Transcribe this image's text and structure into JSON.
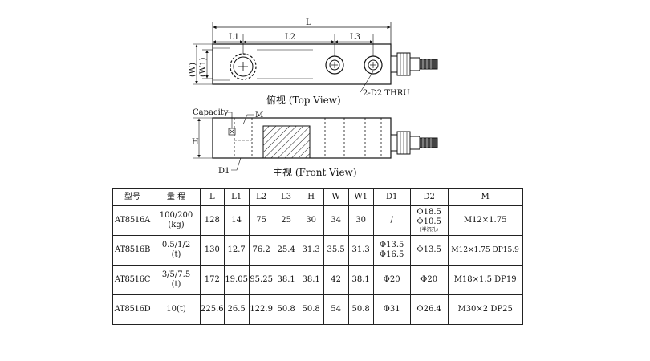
{
  "drawing": {
    "dims": {
      "L": "L",
      "L1": "L1",
      "L2": "L2",
      "L3": "L3",
      "W": "(W)",
      "W1": "(W1)",
      "H": "H",
      "D1": "D1",
      "M": "M",
      "capacity": "Capacity",
      "d2_thru": "2-D2 THRU"
    },
    "top_caption": "俯视 (Top View)",
    "front_caption": "主视 (Front View)"
  },
  "table": {
    "headers": [
      "型号",
      "量  程",
      "L",
      "L1",
      "L2",
      "L3",
      "H",
      "W",
      "W1",
      "D1",
      "D2",
      "M"
    ],
    "rows": [
      {
        "model": "AT8516A",
        "range": [
          "100/200",
          "(kg)"
        ],
        "L": "128",
        "L1": "14",
        "L2": "75",
        "L3": "25",
        "H": "30",
        "W": "34",
        "W1": "30",
        "D1": [
          "/"
        ],
        "D2": [
          "Φ18.5",
          "Φ10.5"
        ],
        "D2_note": "(半沉孔)",
        "M": "M12×1.75"
      },
      {
        "model": "AT8516B",
        "range": [
          "0.5/1/2",
          "(t)"
        ],
        "L": "130",
        "L1": "12.7",
        "L2": "76.2",
        "L3": "25.4",
        "H": "31.3",
        "W": "35.5",
        "W1": "31.3",
        "D1": [
          "Φ13.5",
          "Φ16.5"
        ],
        "D2": [
          "Φ13.5"
        ],
        "D2_note": "",
        "M": "M12×1.75 DP15.9"
      },
      {
        "model": "AT8516C",
        "range": [
          "3/5/7.5",
          "(t)"
        ],
        "L": "172",
        "L1": "19.05",
        "L2": "95.25",
        "L3": "38.1",
        "H": "38.1",
        "W": "42",
        "W1": "38.1",
        "D1": [
          "Φ20"
        ],
        "D2": [
          "Φ20"
        ],
        "D2_note": "",
        "M": "M18×1.5 DP19"
      },
      {
        "model": "AT8516D",
        "range": [
          "10(t)"
        ],
        "L": "225.6",
        "L1": "26.5",
        "L2": "122.9",
        "L3": "50.8",
        "H": "50.8",
        "W": "54",
        "W1": "50.8",
        "D1": [
          "Φ31"
        ],
        "D2": [
          "Φ26.4"
        ],
        "D2_note": "",
        "M": "M30×2 DP25"
      }
    ]
  }
}
